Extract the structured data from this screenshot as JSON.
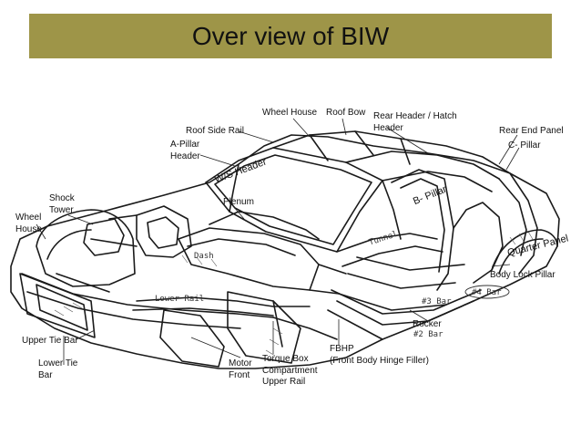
{
  "slide": {
    "title": "Over view of BIW",
    "title_bar_color": "#9e9548"
  },
  "labels": {
    "wheel_house_top": "Wheel House",
    "roof_bow": "Roof Bow",
    "rear_header_hatch": "Rear Header / Hatch\nHeader",
    "roof_side_rail": "Roof Side Rail",
    "a_pillar_header": "A-Pillar\nHeader",
    "rear_end_panel": "Rear End Panel",
    "c_pillar": "C- Pillar",
    "ws_header": "W/S Header",
    "shock_tower": "Shock\nTower",
    "plenum": "Plenum",
    "b_pillar": "B- Pillar",
    "wheel_house_left": "Wheel\nHouse",
    "quarter_panel": "Quarter Panel",
    "dash": "Dash",
    "tunnel": "Tunnel",
    "body_lock_pillar": "Body Lock Pillar",
    "lower_rail": "Lower Rail",
    "bar_93": "#3 Bar",
    "bar_94": "#4 Bar",
    "bar_92": "#2 Bar",
    "rocker": "Rocker",
    "upper_tie_bar": "Upper Tie Bar",
    "fbhp": "FBHP\n(Front Body Hinge Filler)",
    "torque_box": "Torque Box\nCompartment\nUpper Rail",
    "motor_front": "Motor\nFront",
    "lower_tie_bar": "Lower Tie\nBar"
  }
}
